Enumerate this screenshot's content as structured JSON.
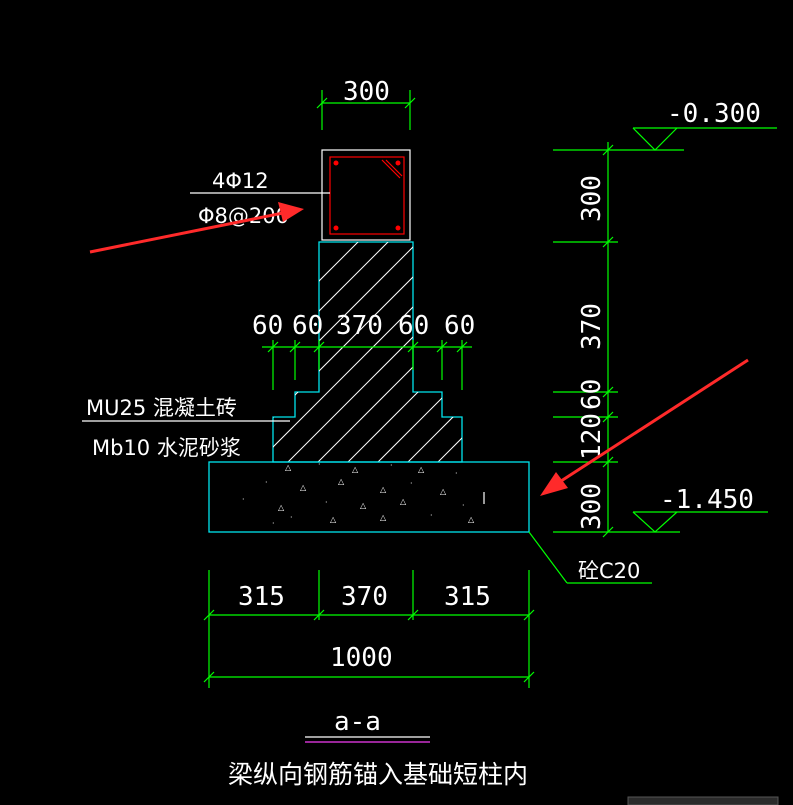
{
  "column_width": "300",
  "rebar_main": "4Φ12",
  "rebar_stirrup": "Φ8@200",
  "footing_dims": [
    "60",
    "60",
    "370",
    "60",
    "60"
  ],
  "brick_label": "MU25 混凝土砖",
  "mortar_label": "Mb10 水泥砂浆",
  "right_dims": [
    "300",
    "370",
    "60",
    "120",
    "300"
  ],
  "elev_top": "-0.300",
  "elev_bottom": "-1.450",
  "concrete_label": "砼C20",
  "base_dims": [
    "315",
    "370",
    "315"
  ],
  "base_total": "1000",
  "section_mark": "a-a",
  "caption": "梁纵向钢筋锚入基础短柱内",
  "colors": {
    "dimension": "#00ff00",
    "outline": "#00e5ee",
    "rebar": "#ff0000",
    "arrow": "#ff2a2a",
    "text": "#ffffff",
    "underline": "#cc33cc"
  }
}
